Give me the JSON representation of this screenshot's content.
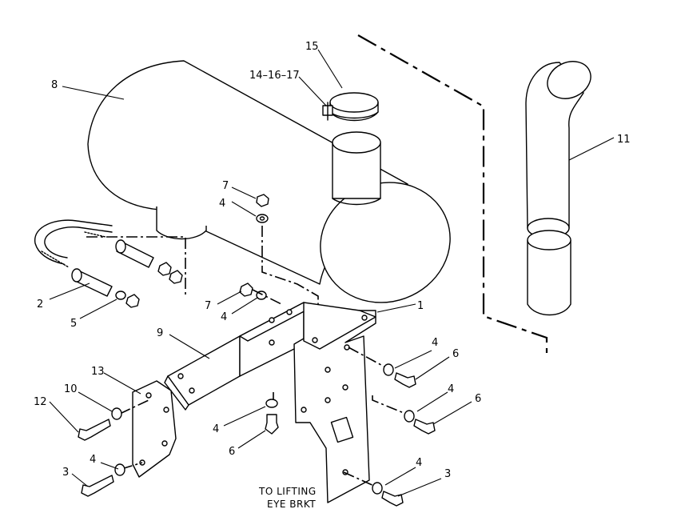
{
  "callouts": {
    "c1": "1",
    "c2": "2",
    "c3a": "3",
    "c3b": "3",
    "c4a": "4",
    "c4b": "4",
    "c4c": "4",
    "c4d": "4",
    "c4e": "4",
    "c4f": "4",
    "c4g": "4",
    "c5": "5",
    "c6a": "6",
    "c6b": "6",
    "c6c": "6",
    "c7a": "7",
    "c7b": "7",
    "c8": "8",
    "c9": "9",
    "c10": "10",
    "c11": "11",
    "c12": "12",
    "c13": "13",
    "c14_16_17": "14–16–17",
    "c15": "15"
  },
  "note": {
    "line1": "TO LIFTING",
    "line2": "EYE BRKT"
  }
}
